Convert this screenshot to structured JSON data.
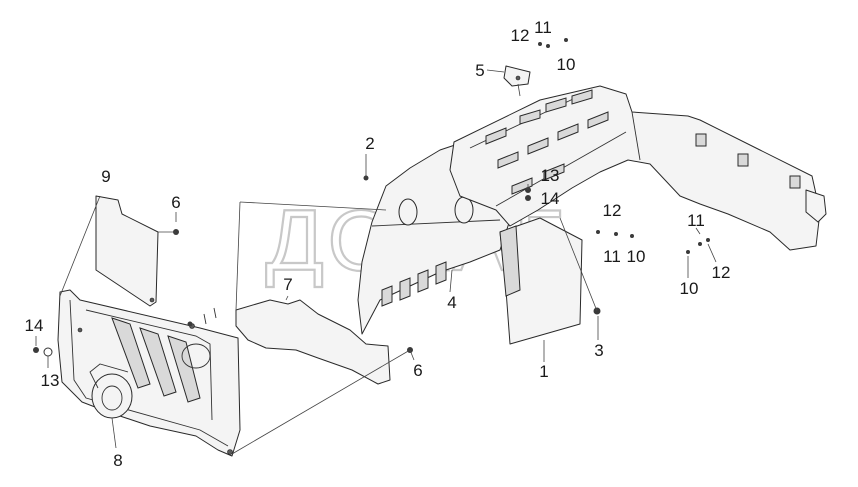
{
  "watermark": "ДОКАБ",
  "callouts": {
    "c1": "1",
    "c2": "2",
    "c3": "3",
    "c4": "4",
    "c5": "5",
    "c6a": "6",
    "c6b": "6",
    "c7": "7",
    "c8": "8",
    "c9": "9",
    "c10a": "10",
    "c10b": "10",
    "c10c": "10",
    "c11a": "11",
    "c11b": "11",
    "c11c": "11",
    "c12a": "12",
    "c12b": "12",
    "c12c": "12",
    "c12d": "12",
    "c13a": "13",
    "c13b": "13",
    "c14a": "14",
    "c14b": "14"
  }
}
